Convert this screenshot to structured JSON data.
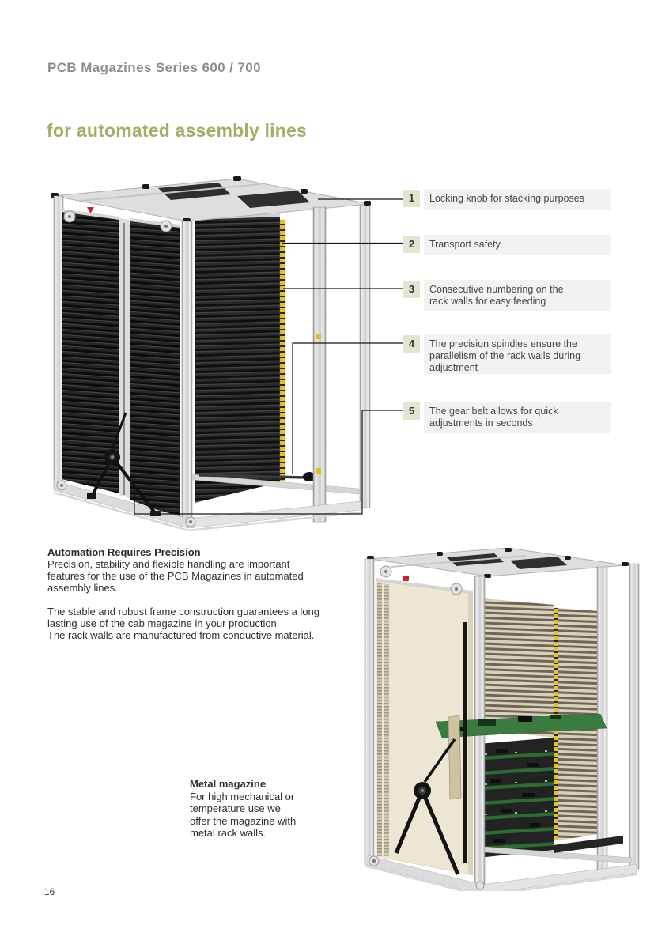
{
  "page": {
    "title": "PCB Magazines Series 600 / 700",
    "headline": "for automated assembly lines",
    "page_number": "16"
  },
  "callouts": [
    {
      "number": "1",
      "text": "Locking knob for stacking purposes"
    },
    {
      "number": "2",
      "text": "Transport safety"
    },
    {
      "number": "3",
      "text": "Consecutive numbering on the\nrack walls for easy feeding"
    },
    {
      "number": "4",
      "text": "The precision spindles ensure the\nparallelism of the rack walls during\nadjustment"
    },
    {
      "number": "5",
      "text": "The gear belt allows for quick\nadjustments in seconds"
    }
  ],
  "automation_section": {
    "heading": "Automation Requires Precision",
    "paragraph1": "Precision, stability and flexible handling are important\nfeatures for the use of the PCB Magazines in automated\nassembly lines.",
    "paragraph2": "The stable and robust frame construction guarantees a long\nlasting use of the cab magazine in your production.\nThe rack walls are manufactured from conductive material."
  },
  "metal_section": {
    "heading": "Metal magazine",
    "body": "For high mechanical or\ntemperature use we\noffer the magazine with\nmetal rack walls."
  },
  "colors": {
    "title_gray": "#8d8d8d",
    "headline_olive": "#a3ae67",
    "callout_number_bg": "#e4e5d1",
    "callout_label_bg": "#f2f2f0",
    "numbering_strip_yellow": "#e6c41f"
  }
}
